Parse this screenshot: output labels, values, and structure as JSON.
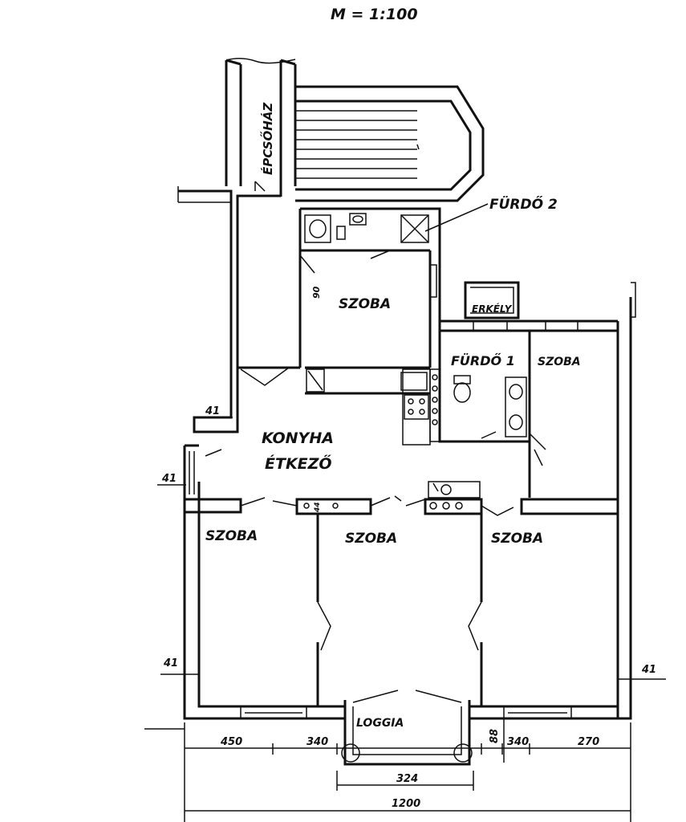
{
  "plan": {
    "scale": "M = 1:100",
    "labels": {
      "stairwell": "ÉPCSŐHÁZ",
      "bath2": "FÜRDŐ 2",
      "room_top": "SZOBA",
      "door_width": "90",
      "balcony": "ERKÉLY",
      "bath1": "FÜRDŐ 1",
      "room_small": "SZOBA",
      "kitchen": "KONYHA",
      "dining": "ÉTKEZŐ",
      "room_left": "SZOBA",
      "room_mid": "SZOBA",
      "room_right": "SZOBA",
      "loggia": "LOGGIA",
      "window_mark": "44"
    },
    "wall_thickness": [
      "41",
      "41",
      "41",
      "41"
    ],
    "dimensions": {
      "d450": "450",
      "d340a": "340",
      "d88": "88",
      "d340b": "340",
      "d270": "270",
      "d324": "324",
      "d1200": "1200"
    }
  }
}
